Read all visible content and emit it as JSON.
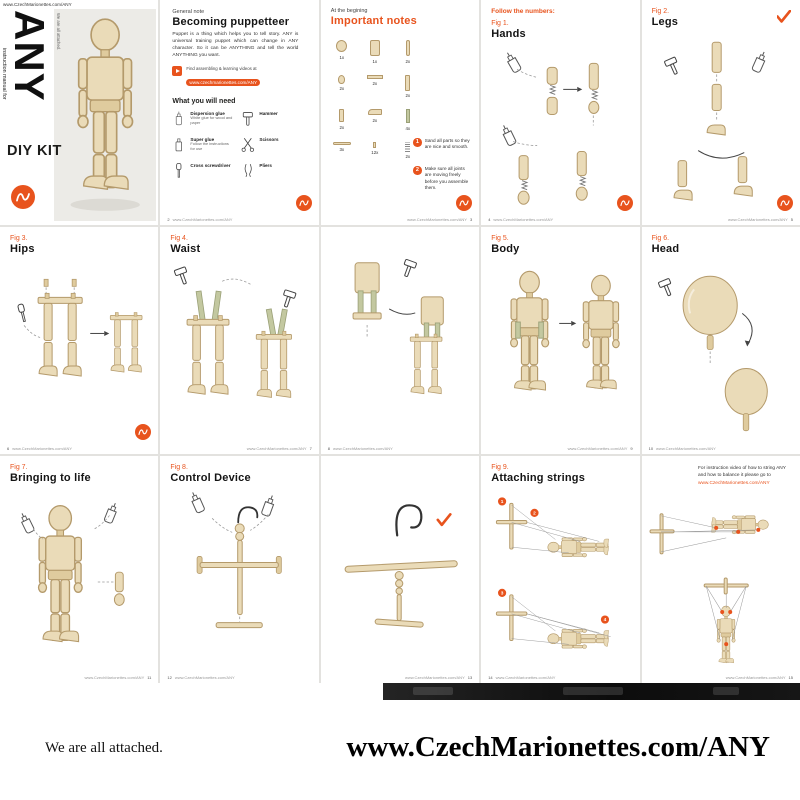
{
  "colors": {
    "accent": "#e8531d",
    "wood": "#eadbb8",
    "strap": "#c3c8a0"
  },
  "site_url": "www.CzechMarionettes.com/ANY",
  "cover": {
    "url_top": "www.CzechMarionettes.com/ANY",
    "title": "ANY",
    "manual_label": "instruction manual for",
    "kit_label": "DIY KIT",
    "tagline": "We are all attached."
  },
  "page2": {
    "eyebrow": "General note",
    "title": "Becoming puppetteer",
    "body": "Puppet is a thing which helps you to tell story. ANY is universal training puppet which can change in ANY character. So it can be ANYTHING and tell the world ANYTHING you want.",
    "video_note": "Find assembling & learning videos at",
    "video_url": "www.czechmarionettes.com/ANY",
    "need_title": "What you will need",
    "tools": [
      {
        "icon": "dispersion-glue-icon",
        "name": "Dispersion glue",
        "note": "White glue for wood and paper"
      },
      {
        "icon": "hammer-icon",
        "name": "Hammer",
        "note": ""
      },
      {
        "icon": "super-glue-icon",
        "name": "Super glue",
        "note": "Follow the instructions for use"
      },
      {
        "icon": "scissors-icon",
        "name": "Scissors",
        "note": ""
      },
      {
        "icon": "screwdriver-icon",
        "name": "Cross screwdriver",
        "note": ""
      },
      {
        "icon": "pliers-icon",
        "name": "Pliers",
        "note": ""
      }
    ],
    "page_number": "2"
  },
  "page3": {
    "eyebrow": "At the begining",
    "title": "Important notes",
    "parts": [
      {
        "icon": "head-part",
        "qty": "1x"
      },
      {
        "icon": "body-part",
        "qty": "1x"
      },
      {
        "icon": "arm-part",
        "qty": "2x"
      },
      {
        "icon": "hand-part",
        "qty": "2x"
      },
      {
        "icon": "hip-bar-part",
        "qty": "2x"
      },
      {
        "icon": "leg-part",
        "qty": "2x"
      },
      {
        "icon": "shin-part",
        "qty": "2x"
      },
      {
        "icon": "foot-part",
        "qty": "2x"
      },
      {
        "icon": "strap-part",
        "qty": "4x"
      },
      {
        "icon": "dowel-part",
        "qty": "3x"
      },
      {
        "icon": "peg-part",
        "qty": "12x"
      },
      {
        "icon": "spring-part",
        "qty": "2x"
      }
    ],
    "notes": [
      {
        "num": "1",
        "text": "Sand all parts so they are nice and smooth."
      },
      {
        "num": "2",
        "text": "Make sure all joints are moving freely before you assemble them."
      }
    ],
    "page_number": "3"
  },
  "page4": {
    "header": "Follow the numbers:",
    "fig": "Fig 1.",
    "title": "Hands",
    "page_number": "4"
  },
  "page5": {
    "fig": "Fig 2.",
    "title": "Legs",
    "page_number": "5"
  },
  "page6": {
    "fig": "Fig 3.",
    "title": "Hips",
    "page_number": "6"
  },
  "page7": {
    "fig": "Fig 4.",
    "title": "Waist",
    "page_number": "7"
  },
  "page8": {
    "page_number": "8"
  },
  "page9": {
    "fig": "Fig 5.",
    "title": "Body",
    "page_number": "9"
  },
  "page10": {
    "fig": "Fig 6.",
    "title": "Head",
    "page_number": "10"
  },
  "page11": {
    "fig": "Fig 7.",
    "title": "Bringing to life",
    "page_number": "11"
  },
  "page12": {
    "fig": "Fig 8.",
    "title": "Control Device",
    "page_number": "12"
  },
  "page13": {
    "page_number": "13"
  },
  "page14": {
    "fig": "Fig 9.",
    "title": "Attaching strings",
    "callouts": [
      "1",
      "2",
      "3",
      "4"
    ],
    "page_number": "14"
  },
  "page15": {
    "note": "For instruction video of how to string ANY and how to balance it please go to",
    "note_link": "www.CzechMarionettes.com/ANY",
    "page_number": "15"
  },
  "footer": {
    "tagline": "We are all attached.",
    "url": "www.CzechMarionettes.com/ANY"
  }
}
